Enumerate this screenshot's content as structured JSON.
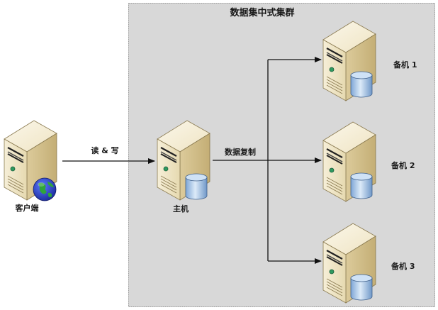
{
  "cluster": {
    "title": "数据集中式集群",
    "background": "#d8d8d8",
    "border": "#9a9a9a"
  },
  "client": {
    "label": "客户端",
    "icon": "server-with-globe-icon"
  },
  "primary": {
    "label": "主机",
    "icon": "server-with-database-icon"
  },
  "standbys": [
    {
      "label": "备机 1",
      "icon": "server-with-database-icon"
    },
    {
      "label": "备机 2",
      "icon": "server-with-database-icon"
    },
    {
      "label": "备机 3",
      "icon": "server-with-database-icon"
    }
  ],
  "edges": {
    "client_to_primary": "读 & 写",
    "replication": "数据复制"
  },
  "colors": {
    "server_front": "#efe6c8",
    "server_side": "#d6c596",
    "server_top": "#f7f1dd",
    "db_body": "#a9c6e6",
    "globe_ocean": "#2a3fc0",
    "globe_land": "#2fa43a",
    "line": "#111111"
  }
}
